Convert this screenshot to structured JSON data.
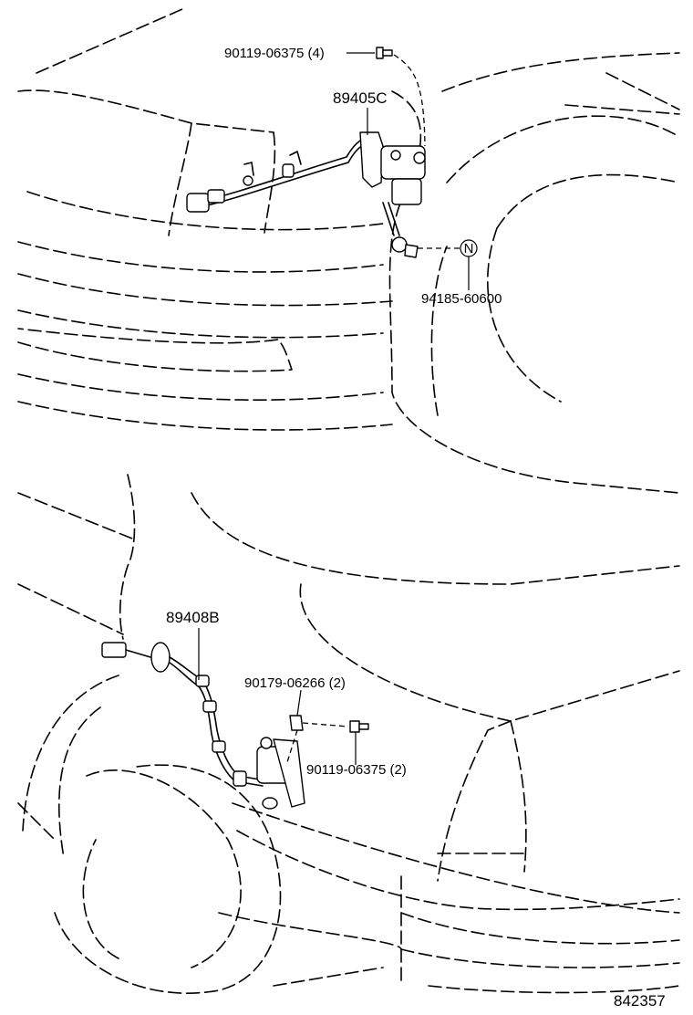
{
  "callouts": {
    "bolt_top": "90119-06375 (4)",
    "sensor_front": "89405C",
    "note_symbol": "N",
    "nut_front": "94185-60600",
    "sensor_rear": "89408B",
    "clamp_rear": "90179-06266 (2)",
    "bolt_rear": "90119-06375 (2)"
  },
  "figure_number": "842357",
  "icons": [
    "bolt-icon",
    "clip-icon",
    "height-sensor-icon",
    "wire-harness-icon"
  ]
}
